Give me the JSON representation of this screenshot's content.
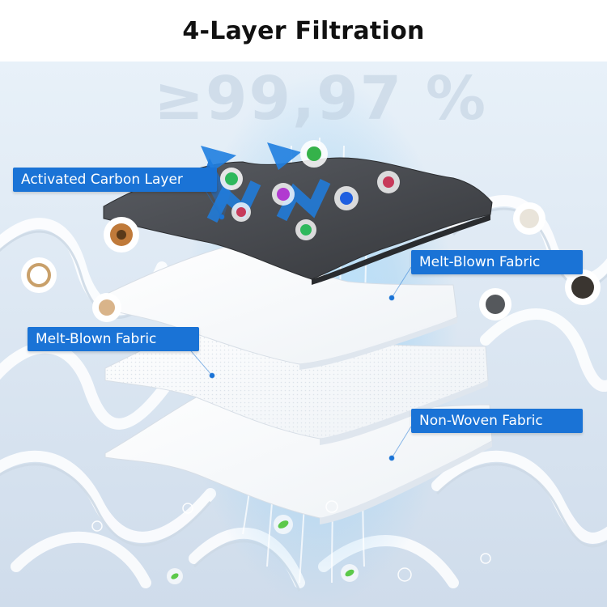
{
  "title": "4-Layer Filtration",
  "efficiency_text": "≥99,97 %",
  "layers": [
    {
      "label": "Activated Carbon Layer"
    },
    {
      "label": "Melt-Blown Fabric"
    },
    {
      "label": "Melt-Blown Fabric"
    },
    {
      "label": "Non-Woven Fabric"
    }
  ],
  "colors": {
    "label_bg": "#1a73d6",
    "carbon_layer": "#4a4d52",
    "fabric": "#ffffff",
    "airflow": "#9fd3f5",
    "background_fiber": "#dfe8f2"
  },
  "icons": [
    "bacteria-icon",
    "dust-particle-icon",
    "pet-hair-icon",
    "pollen-icon",
    "leaf-icon",
    "arrow-up-icon"
  ]
}
